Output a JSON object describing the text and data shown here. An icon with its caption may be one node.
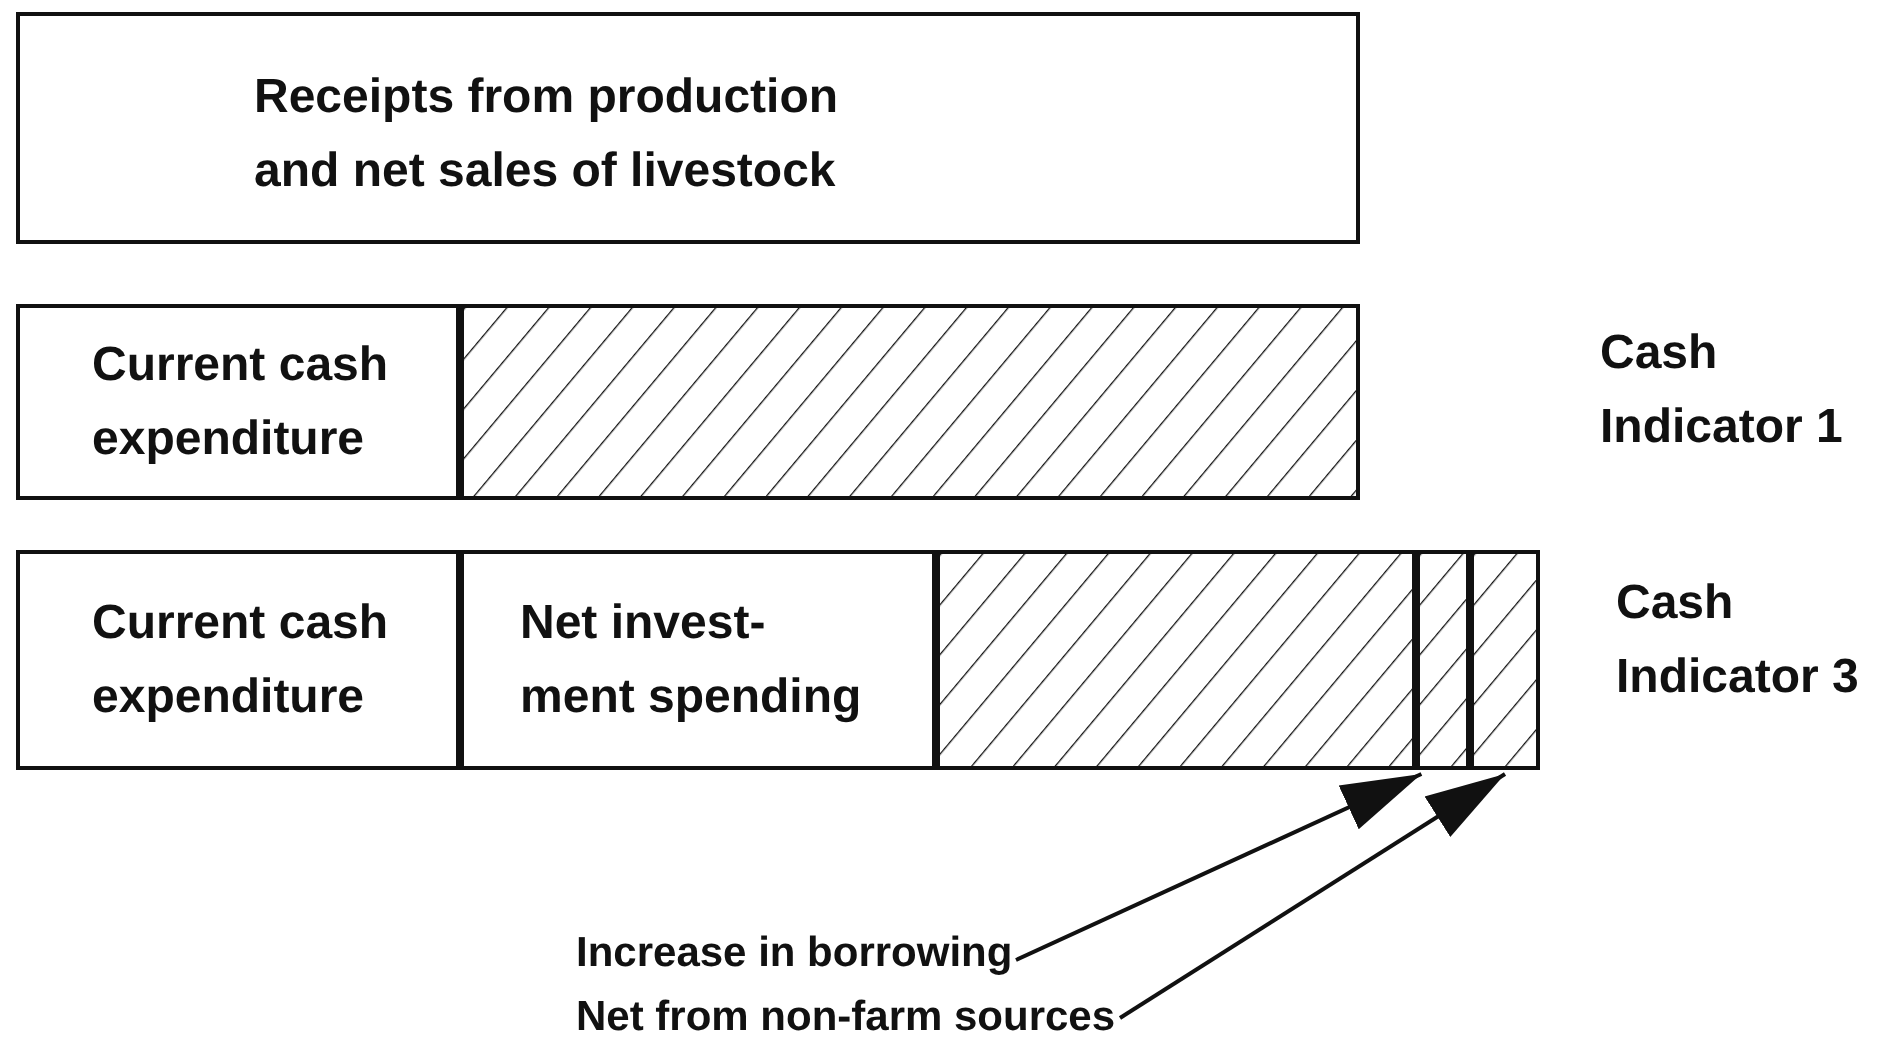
{
  "diagram": {
    "nodes": [
      {
        "text": [
          "Receipts from production and net sales of livestock"
        ]
      },
      {
        "text": [
          "Current cash expenditure"
        ]
      },
      {
        "text": [],
        "shape": "box"
      },
      {
        "text": [
          "Current cash expenditure"
        ]
      },
      {
        "text": [
          "Net invest- ment spending"
        ]
      },
      {
        "text": [],
        "shape": "box"
      },
      {
        "text": [],
        "shape": "box"
      },
      {
        "text": [],
        "shape": "box"
      },
      {
        "text": [
          "Increase in borrowing"
        ]
      },
      {
        "text": [
          "Net from non-farm sources"
        ]
      }
    ],
    "edges": [
      {
        "from": 8,
        "to": 6,
        "arrow": "to"
      },
      {
        "from": 9,
        "to": 7,
        "arrow": "to"
      }
    ],
    "labels": [
      "Cash Indicator 1",
      "Cash Indicator 3"
    ]
  }
}
